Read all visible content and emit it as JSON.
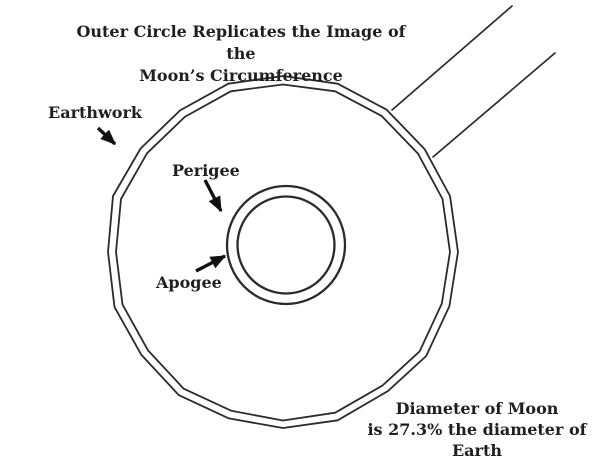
{
  "diagram": {
    "background": "#ffffff",
    "ink_color": "#2b2b2b",
    "title": {
      "line1": "Outer Circle Replicates the Image of the",
      "line2": "Moon’s Circumference"
    },
    "labels": {
      "earthwork": "Earthwork",
      "perigee": "Perigee",
      "apogee": "Apogee"
    },
    "caption": {
      "line1": "Diameter of Moon",
      "line2": "is 27.3% the diameter of Earth"
    },
    "moon_diameter_percent_of_earth": "27.3%"
  }
}
